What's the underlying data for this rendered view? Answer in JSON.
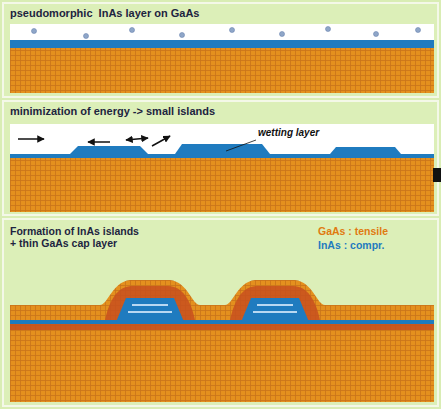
{
  "diagram": {
    "labels": [
      "pseudomorphic  InAs layer on GaAs",
      "minimization of energy -> small islands",
      "wetting layer",
      "Formation of InAs islands + thin GaAs cap layer",
      "GaAs : tensile",
      "InAs : compr."
    ]
  }
}
